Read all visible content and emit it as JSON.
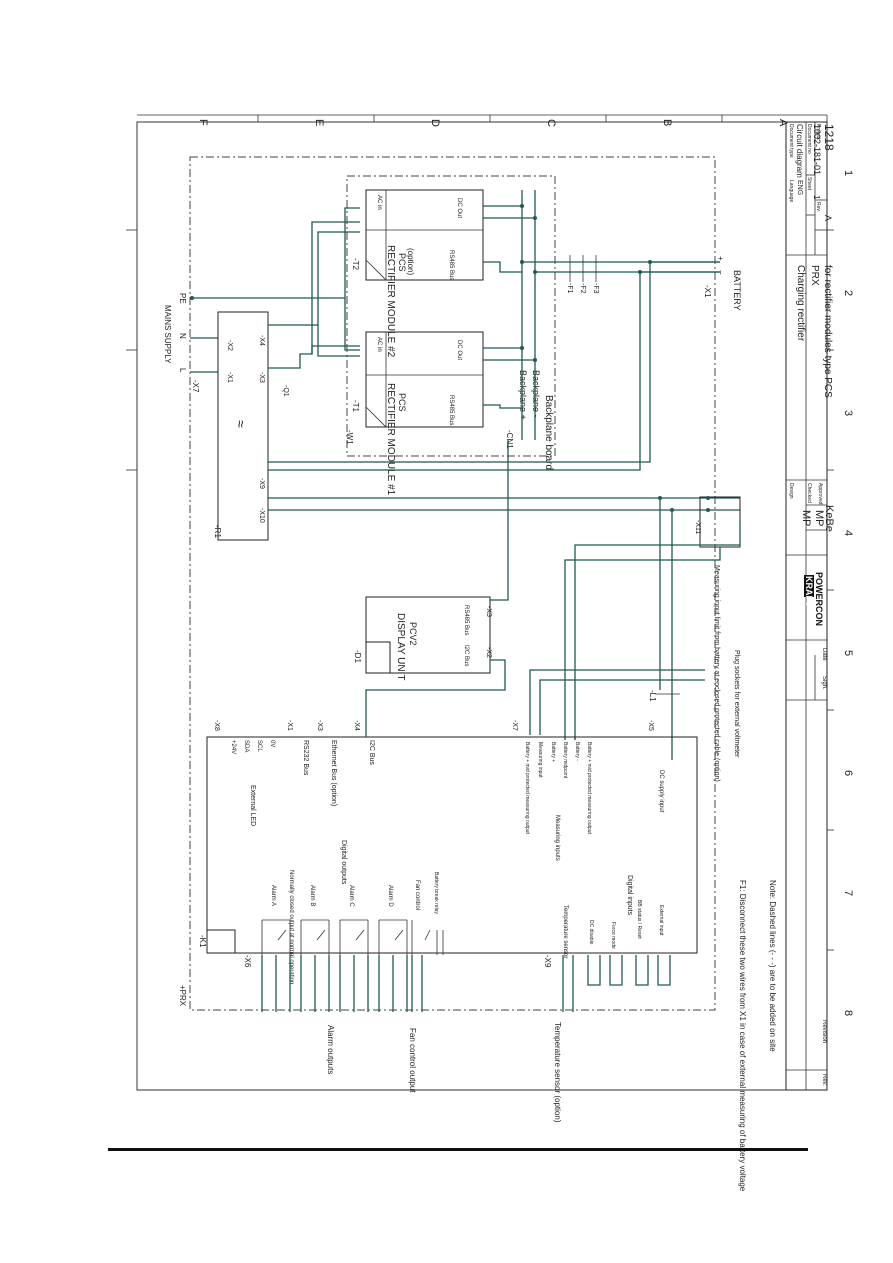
{
  "grid": {
    "rows": [
      "F",
      "E",
      "D",
      "C",
      "B",
      "A"
    ],
    "cols": [
      "1",
      "2",
      "3",
      "4",
      "5",
      "6",
      "7",
      "8"
    ]
  },
  "title_block": {
    "doc_type_label": "Document type",
    "doc_type": "Circuit diagram",
    "doc_no_label": "Document no",
    "doc_no": "1002-181-01",
    "project_label": "Project",
    "project": "1218",
    "lang_label": "Language",
    "lang": "ENG",
    "sheet_label": "Sheet",
    "sheet": "1",
    "rev_label": "Rev.",
    "rev": "A",
    "title1": "Charging rectifier",
    "title2": "PRX",
    "title3": "for rectifier modules type PCS",
    "design_label": "Design",
    "design": "MP",
    "checked_label": "Checked",
    "checked": "MP",
    "approved_label": "Approved",
    "approved": "KeBe",
    "logo_top": "KRAFT",
    "logo_bottom": "POWERCON",
    "date_label": "Date",
    "sign_label": "Sign.",
    "revision_label": "Revision",
    "rev_col_label": "Rev."
  },
  "mains": {
    "label": "MAINS SUPPLY",
    "terminals": [
      "L",
      "N",
      "PE"
    ],
    "x7": "-X7",
    "x2": "-X2",
    "x3": "-X3",
    "x4": "-X4",
    "x1": "-X1",
    "filter": "-R1",
    "q1": "-Q1",
    "x9": "-X9",
    "x10": "-X10"
  },
  "rectifiers": [
    {
      "id": "-T1",
      "name": "RECTIFIER MODULE #1",
      "model": "PCS",
      "ac_in": "AC in",
      "dc_out": "DC Out",
      "bus": "RS485 Bus"
    },
    {
      "id": "-T2",
      "name": "RECTIFIER MODULE #2",
      "model": "PCS",
      "option": "(option)",
      "ac_in": "AC in",
      "dc_out": "DC Out",
      "bus": "RS485 Bus"
    }
  ],
  "backplane": {
    "id": "-W1",
    "label": "Backplane board",
    "plus": "Backplane +",
    "minus": "Backplane -",
    "cn1": "-CN1"
  },
  "battery": {
    "label": "BATTERY",
    "x1": "-X1",
    "fuses": [
      "-F1",
      "-F2",
      "-F3"
    ],
    "x11": "-X11"
  },
  "display": {
    "id": "-D1",
    "name": "DISPLAY UNIT",
    "model": "PCV2",
    "rs485": "RS485 Bus",
    "i2c": "I2C Bus",
    "x3": "-X3",
    "x2": "-X2"
  },
  "notes": {
    "measuring": "Measuring input limit from battery at enclosed protected cable (option)",
    "plug": "Plug sockets for external voltmeter",
    "l1": "-L1",
    "x5": "-X5",
    "dc_supply": "DC supply input",
    "x8_pins": [
      "+24V",
      "SDA",
      "SCL",
      "0V"
    ],
    "x8": "-X8",
    "x1_label": "-X1",
    "x3_label": "-X3",
    "x4_label": "-X4",
    "x7_label": "-X7",
    "external_led": "External LED",
    "rs232": "RS232 Bus",
    "ethernet": "Ethernet Bus (option)",
    "i2c": "I2C Bus",
    "x7_signals": [
      "Battery + mid protected measuring output",
      "Measuring input",
      "Battery +",
      "Battery midpoint",
      "Battery -",
      "Battery + mid protected measuring output"
    ],
    "measuring_inputs": "Measuring inputs",
    "digital_outputs": "Digital outputs",
    "no_outputs": "Normally closed output at normal operation",
    "alarms": [
      "Alarm A",
      "Alarm B",
      "Alarm C",
      "Alarm D"
    ],
    "fan": "Fan control",
    "battery_relay": "Battery break relay",
    "temp_sensor": "Temperature sensor",
    "dc_disable": "DC disable",
    "force_mode": "Force mode",
    "bb_status": "BB status / Reset",
    "external_input": "External input",
    "digital_inputs": "Digital inputs",
    "k1": "-K1",
    "x6": "-X6",
    "x9": "-X9",
    "prx": "+PRX",
    "alarm_outputs": "Alarm outputs",
    "fan_output": "Fan control output",
    "temp_option": "Temperature sensor (option)",
    "note1": "F1: Disconnect these two wires from X1 in case of external measuring of battery voltage",
    "note2": "Note: Dashed lines (- - -) are to be added on site"
  }
}
